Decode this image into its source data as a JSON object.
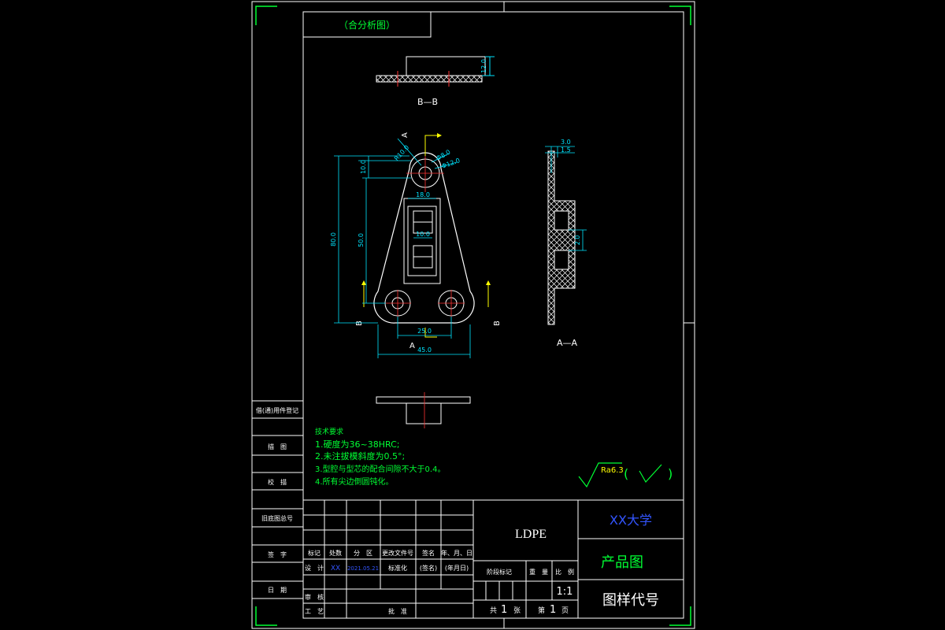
{
  "header_tag": "（合分析图）",
  "views": {
    "bb_label": "B—B",
    "aa_label": "A—A",
    "sec_a_top": "A",
    "sec_a_bottom": "A",
    "sec_b_left": "B",
    "sec_b_right": "B"
  },
  "dims": {
    "d_12": "12.0",
    "d_r100": "R10.0",
    "d_phi8": "Φ8.0",
    "d_phi12": "Φ12.0",
    "d_10": "10.0",
    "d_18": "18.0",
    "d_10b": "10.0",
    "d_80": "80.0",
    "d_50": "50.0",
    "d_25": "25.0",
    "d_45": "45.0",
    "d_3": "3.0",
    "d_15": "1.5",
    "d_20": "2.0"
  },
  "tech": {
    "title": "技术要求",
    "items": [
      "1.硬度为36~38HRC;",
      "2.未注拔模斜度为0.5°;",
      "3.型腔与型芯的配合间隙不大于0.4。",
      "4.所有尖边倒圆钝化。"
    ]
  },
  "roughness": {
    "value": "Ra6.3",
    "paren_open": "(",
    "paren_close": ")"
  },
  "side_table": [
    "借(通)用件登记",
    "描　图",
    "校　描",
    "旧底图总号",
    "签　字",
    "日　期"
  ],
  "title_block": {
    "material": "LDPE",
    "school": "XX大学",
    "drawing_name": "产品图",
    "drawing_code": "图样代号",
    "scale": "1:1",
    "hdr": [
      "标记",
      "处数",
      "分　区",
      "更改文件号",
      "签名",
      "年、月、日"
    ],
    "design_label": "设　计",
    "designer": "XX",
    "date": "2021.05.21",
    "std_label": "标准化",
    "sign_ph": "(签名)",
    "date_ph": "(年月日)",
    "review_label": "审　核",
    "process_label": "工　艺",
    "approve_label": "批　准",
    "stage_labels": "阶段标记",
    "weight_label": "重　量",
    "scale_label": "比　例",
    "total_label": "共",
    "total_num": "1",
    "total_unit": "张",
    "page_label": "第",
    "page_num": "1",
    "page_unit": "页"
  }
}
